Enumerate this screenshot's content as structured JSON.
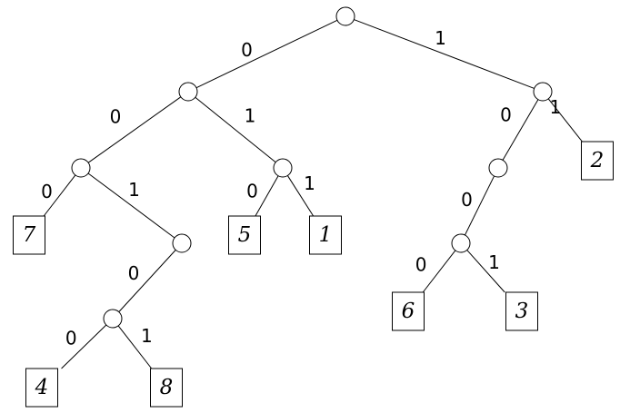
{
  "tree": {
    "nodes": [
      {
        "id": "root",
        "type": "internal"
      },
      {
        "id": "n0",
        "type": "internal"
      },
      {
        "id": "n00",
        "type": "internal"
      },
      {
        "id": "n001",
        "type": "internal"
      },
      {
        "id": "n0010",
        "type": "internal"
      },
      {
        "id": "n01",
        "type": "internal"
      },
      {
        "id": "n1",
        "type": "internal"
      },
      {
        "id": "n10",
        "type": "internal"
      },
      {
        "id": "n100",
        "type": "internal"
      },
      {
        "id": "leaf7",
        "type": "leaf",
        "label": "7"
      },
      {
        "id": "leaf4",
        "type": "leaf",
        "label": "4"
      },
      {
        "id": "leaf8",
        "type": "leaf",
        "label": "8"
      },
      {
        "id": "leaf5",
        "type": "leaf",
        "label": "5"
      },
      {
        "id": "leaf1",
        "type": "leaf",
        "label": "1"
      },
      {
        "id": "leaf2",
        "type": "leaf",
        "label": "2"
      },
      {
        "id": "leaf6",
        "type": "leaf",
        "label": "6"
      },
      {
        "id": "leaf3",
        "type": "leaf",
        "label": "3"
      }
    ],
    "edges": [
      {
        "from": "root",
        "to": "n0",
        "label": "0"
      },
      {
        "from": "root",
        "to": "n1",
        "label": "1"
      },
      {
        "from": "n0",
        "to": "n00",
        "label": "0"
      },
      {
        "from": "n0",
        "to": "n01",
        "label": "1"
      },
      {
        "from": "n00",
        "to": "leaf7",
        "label": "0"
      },
      {
        "from": "n00",
        "to": "n001",
        "label": "1"
      },
      {
        "from": "n001",
        "to": "n0010",
        "label": "0"
      },
      {
        "from": "n0010",
        "to": "leaf4",
        "label": "0"
      },
      {
        "from": "n0010",
        "to": "leaf8",
        "label": "1"
      },
      {
        "from": "n01",
        "to": "leaf5",
        "label": "0"
      },
      {
        "from": "n01",
        "to": "leaf1",
        "label": "1"
      },
      {
        "from": "n1",
        "to": "n10",
        "label": "0"
      },
      {
        "from": "n1",
        "to": "leaf2",
        "label": "1"
      },
      {
        "from": "n10",
        "to": "n100",
        "label": "0"
      },
      {
        "from": "n100",
        "to": "leaf6",
        "label": "0"
      },
      {
        "from": "n100",
        "to": "leaf3",
        "label": "1"
      }
    ]
  }
}
